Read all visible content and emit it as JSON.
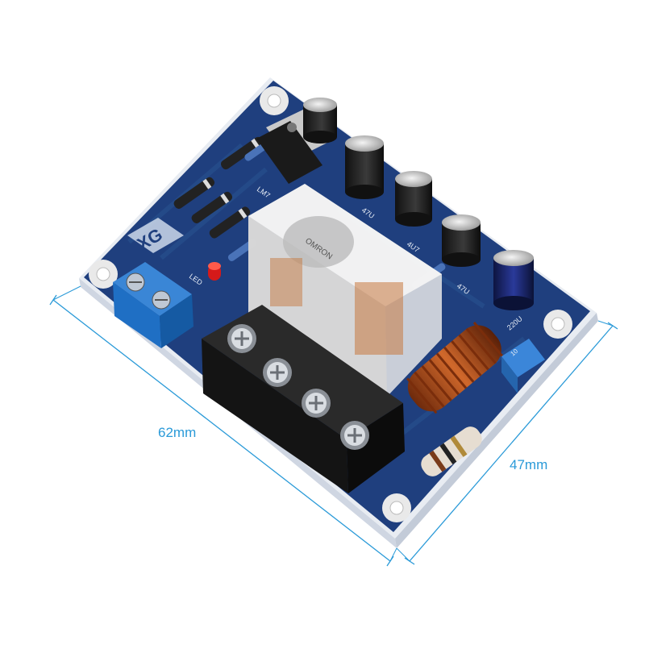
{
  "product": {
    "brand_mark": "XG",
    "silkscreen": {
      "led": "LED",
      "regulator": "LM7",
      "cap_47u_a": "47U",
      "cap_47u_b": "4U7",
      "cap_47u_c": "47U",
      "cap_220u": "220U",
      "resistor_10": "10"
    },
    "relay_marking": "OMRON"
  },
  "dimensions": {
    "width": "62mm",
    "depth": "47mm"
  },
  "colors": {
    "board": "#1f3f7e",
    "dimension_line": "#2a9ad8",
    "terminal_blue": "#1f6fc4",
    "terminal_black": "#1b1b1b",
    "coil_copper": "#b5501f"
  }
}
